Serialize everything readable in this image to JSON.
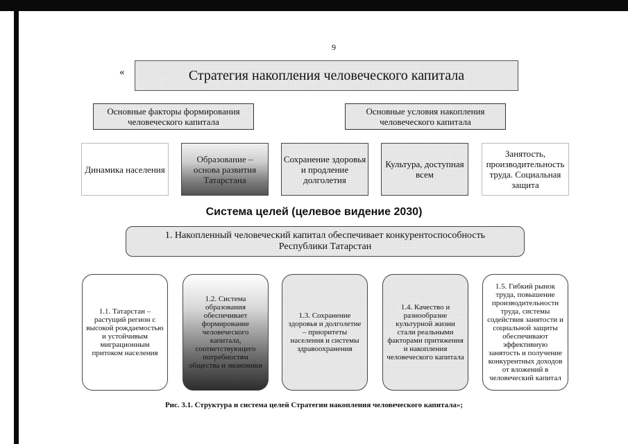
{
  "page_number": "9",
  "open_quote": "«",
  "title": "Стратегия накопления человеческого капитала",
  "factors_label": "Основные факторы формирования человеческого капитала",
  "conditions_label": "Основные условия накопления человеческого капитала",
  "categories": [
    "Динамика населения",
    "Образование – основа развития Татарстана",
    "Сохранение здоровья и продление долголетия",
    "Культура, доступная всем",
    "Занятость, производительность труда. Социальная защита"
  ],
  "system_heading": "Система целей (целевое видение 2030)",
  "main_goal": "1. Накопленный человеческий капитал обеспечивает конкурентоспособность Республики Татарстан",
  "subgoals": [
    "1.1. Татарстан – растущий регион с высокой рождаемостью и устойчивым миграционным притоком населения",
    "1.2. Система образования обеспечивает формирование человеческого капитала, соответствующего потребностям общества и экономики",
    "1.3. Сохранение здоровья и долголетие – приоритеты населения и системы здравоохранения",
    "1.4. Качество и разнообразие культурной жизни стали реальными факторами притяжения и накопления человеческого капитала",
    "1.5. Гибкий рынок труда, повышение производительности труда, системы содействия занятости и социальной защиты обеспечивают эффективную занятость и получение конкурентных доходов от вложений в человеческий капитал"
  ],
  "caption": "Рис. 3.1. Структура и система целей Стратегии накопления человеческого капитала»;"
}
